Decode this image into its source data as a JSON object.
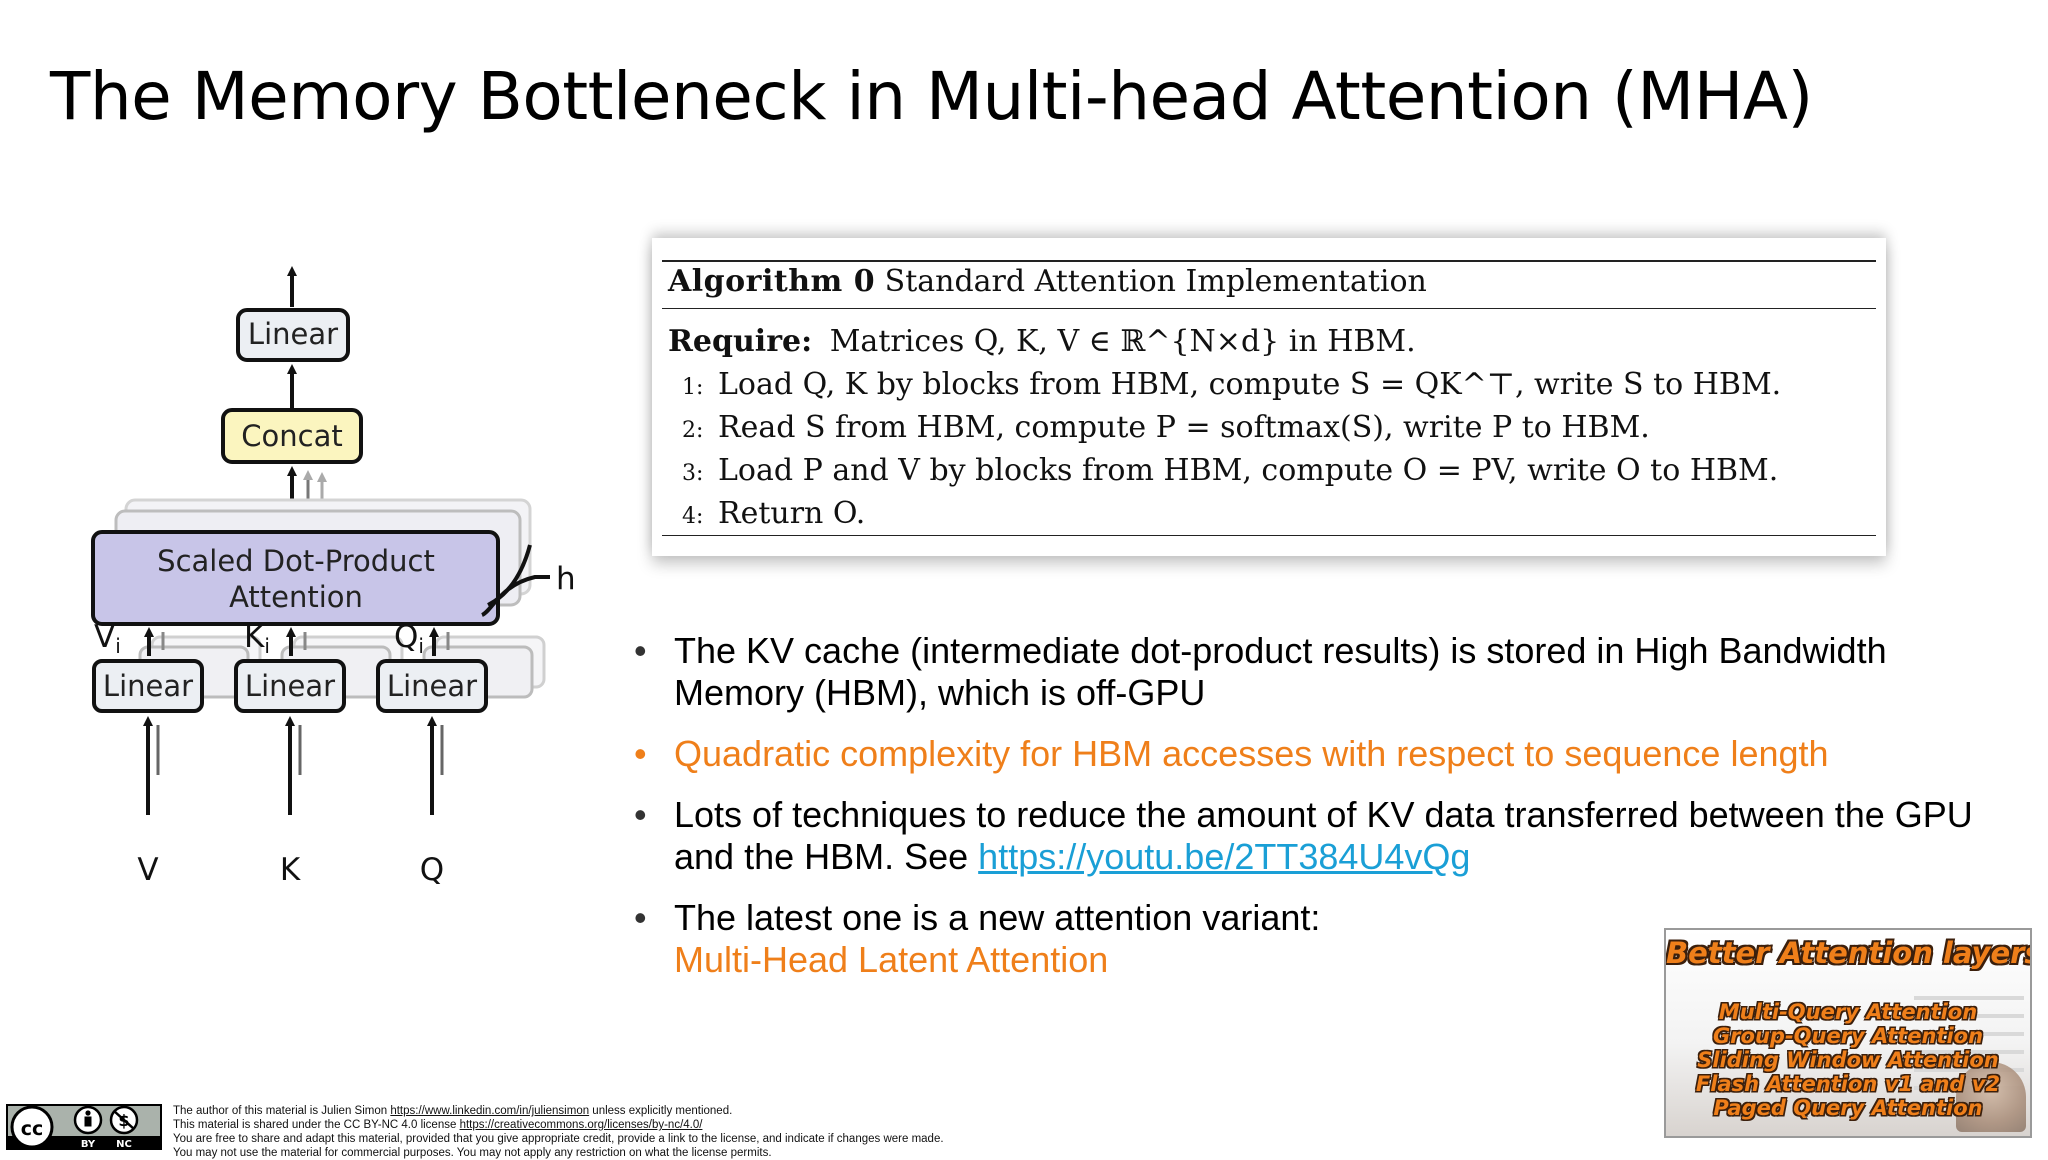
{
  "slide": {
    "title": "The Memory Bottleneck in Multi-head Attention (MHA)"
  },
  "diagram": {
    "top_linear": "Linear",
    "concat": "Concat",
    "attention_line1": "Scaled Dot-Product",
    "attention_line2": "Attention",
    "heads_label": "h",
    "projections": [
      {
        "label": "Linear",
        "sub_main": "V",
        "sub_index": "i",
        "input": "V"
      },
      {
        "label": "Linear",
        "sub_main": "K",
        "sub_index": "i",
        "input": "K"
      },
      {
        "label": "Linear",
        "sub_main": "Q",
        "sub_index": "i",
        "input": "Q"
      }
    ],
    "colors": {
      "attention_fill": "#c8c5e8",
      "concat_fill": "#fbf5bf",
      "linear_fill": "#eceff3"
    }
  },
  "algorithm": {
    "name": "Algorithm 0",
    "caption": "Standard Attention Implementation",
    "require_label": "Require:",
    "require_text": "Matrices Q, K, V ∈ ℝ^{N×d} in HBM.",
    "steps": [
      {
        "num": "1:",
        "text": "Load Q, K by blocks from HBM, compute S = QK^⊤, write S to HBM."
      },
      {
        "num": "2:",
        "text": "Read S from HBM, compute P = softmax(S), write P to HBM."
      },
      {
        "num": "3:",
        "text": "Load P and V by blocks from HBM, compute O = PV, write O to HBM."
      },
      {
        "num": "4:",
        "text": "Return O."
      }
    ]
  },
  "bullets": {
    "b1": "The KV cache (intermediate dot-product results) is stored in High Bandwidth Memory (HBM), which is off-GPU",
    "b2": "Quadratic complexity for HBM accesses with respect to sequence length",
    "b3_text": "Lots of techniques to reduce the amount of KV data transferred between the GPU and the HBM. See ",
    "b3_link": "https://youtu.be/2TT384U4vQg",
    "b4_text": "The latest one is a new attention variant:",
    "b4_accent": "Multi-Head Latent Attention",
    "colors": {
      "accent": "#ef7f1a",
      "link": "#1a9fd6"
    }
  },
  "thumbnail": {
    "title": "Better Attention layers",
    "items": [
      "Multi-Query Attention",
      "Group-Query Attention",
      "Sliding Window Attention",
      "Flash Attention v1 and v2",
      "Paged Query Attention"
    ]
  },
  "license": {
    "badge_by": "BY",
    "badge_nc": "NC",
    "line1_pre": "The author of this material is Julien Simon ",
    "line1_link": "https://www.linkedin.com/in/juliensimon",
    "line1_post": " unless explicitly mentioned.",
    "line2_pre": "This material is shared under the CC BY-NC 4.0 license ",
    "line2_link": "https://creativecommons.org/licenses/by-nc/4.0/",
    "line3": "You are free to share and adapt this material, provided that you give appropriate credit, provide a link to the license, and indicate if changes were made.",
    "line4": "You may not use the material for commercial purposes. You may not apply any restriction on what the license permits."
  }
}
